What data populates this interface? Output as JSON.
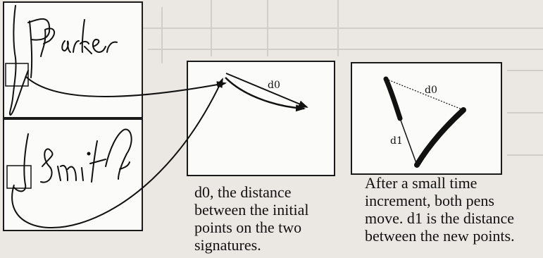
{
  "signatures": {
    "top_text": "Parker",
    "bottom_text": "Smith"
  },
  "labels": {
    "d0_panel_label": "d0",
    "d1_panel_d0_label": "d0",
    "d1_panel_d1_label": "d1"
  },
  "captions": {
    "left": [
      "d0, the distance",
      "between the initial",
      "points on the two",
      "signatures."
    ],
    "right": [
      "After a small time",
      "increment, both pens",
      "move. d1 is the distance",
      "between the new points."
    ]
  }
}
